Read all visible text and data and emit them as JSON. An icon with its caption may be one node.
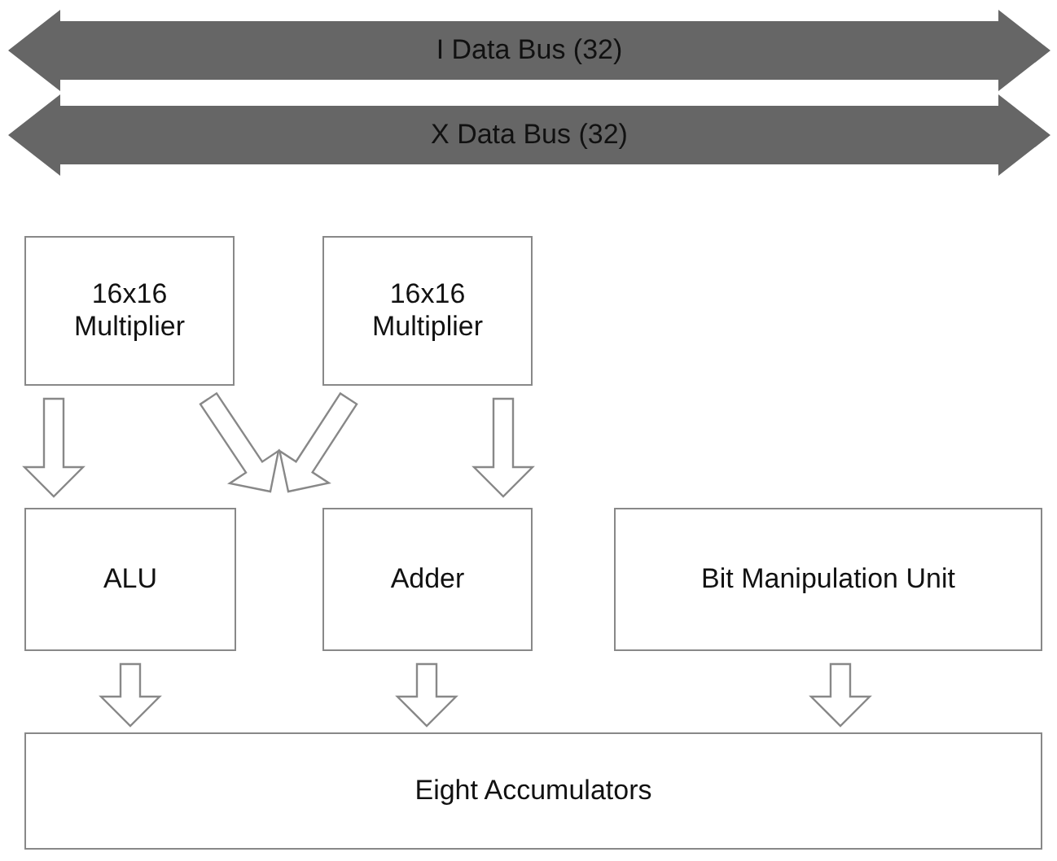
{
  "diagram": {
    "nodes": [
      {
        "text": [
          "I Data Bus (32)"
        ]
      },
      {
        "text": [
          "X Data Bus (32)"
        ]
      },
      {
        "text": [
          "16x16 Multiplier"
        ]
      },
      {
        "text": [
          "16x16 Multiplier"
        ]
      },
      {
        "text": [
          "ALU"
        ]
      },
      {
        "text": [
          "Adder"
        ]
      },
      {
        "text": [
          "Bit Manipulation Unit"
        ]
      },
      {
        "text": [
          "Eight Accumulators"
        ]
      }
    ],
    "edges": [
      {
        "from": 2,
        "to": 4,
        "arrow": "to"
      },
      {
        "from": 2,
        "to": 5,
        "arrow": "to"
      },
      {
        "from": 3,
        "to": 4,
        "arrow": "to"
      },
      {
        "from": 3,
        "to": 5,
        "arrow": "to"
      },
      {
        "from": 4,
        "to": 7,
        "arrow": "to"
      },
      {
        "from": 5,
        "to": 7,
        "arrow": "to"
      },
      {
        "from": 6,
        "to": 7,
        "arrow": "to"
      }
    ]
  }
}
